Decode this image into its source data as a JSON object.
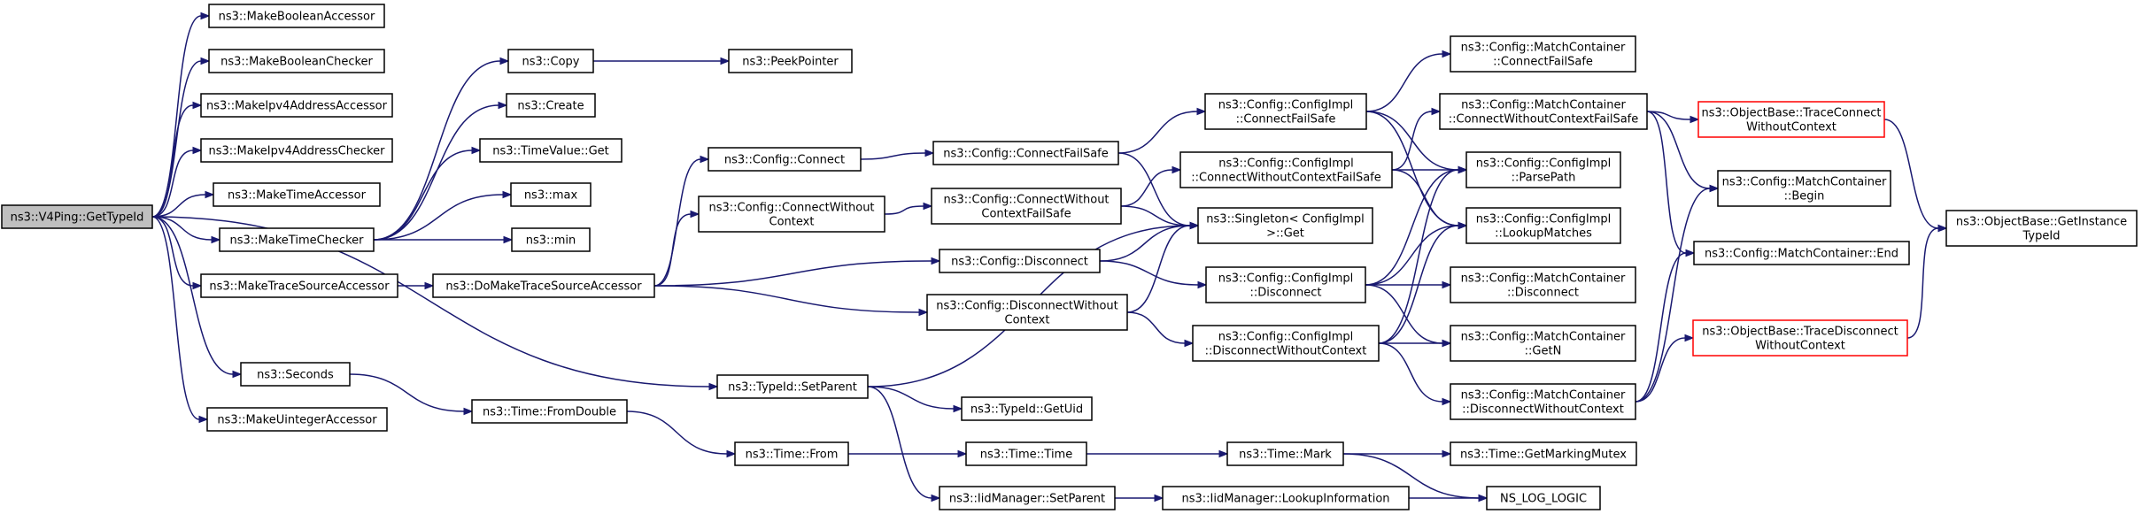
{
  "colors": {
    "edge": "#191970",
    "node_border": "#000000",
    "root_fill": "#bfbfbf",
    "red_border": "#ff0000"
  },
  "nodes": [
    {
      "id": "root",
      "lines": [
        "ns3::V4Ping::GetTypeId"
      ],
      "style": "root"
    },
    {
      "id": "mba",
      "lines": [
        "ns3::MakeBooleanAccessor"
      ]
    },
    {
      "id": "mbc",
      "lines": [
        "ns3::MakeBooleanChecker"
      ]
    },
    {
      "id": "mipa",
      "lines": [
        "ns3::MakeIpv4AddressAccessor"
      ]
    },
    {
      "id": "mipc",
      "lines": [
        "ns3::MakeIpv4AddressChecker"
      ]
    },
    {
      "id": "mta",
      "lines": [
        "ns3::MakeTimeAccessor"
      ]
    },
    {
      "id": "mtc",
      "lines": [
        "ns3::MakeTimeChecker"
      ]
    },
    {
      "id": "mtsa",
      "lines": [
        "ns3::MakeTraceSourceAccessor"
      ]
    },
    {
      "id": "sec",
      "lines": [
        "ns3::Seconds"
      ]
    },
    {
      "id": "mua",
      "lines": [
        "ns3::MakeUintegerAccessor"
      ]
    },
    {
      "id": "copy",
      "lines": [
        "ns3::Copy"
      ]
    },
    {
      "id": "create",
      "lines": [
        "ns3::Create"
      ]
    },
    {
      "id": "tvget",
      "lines": [
        "ns3::TimeValue::Get"
      ]
    },
    {
      "id": "max",
      "lines": [
        "ns3::max"
      ]
    },
    {
      "id": "min",
      "lines": [
        "ns3::min"
      ]
    },
    {
      "id": "peek",
      "lines": [
        "ns3::PeekPointer"
      ]
    },
    {
      "id": "dmtsa",
      "lines": [
        "ns3::DoMakeTraceSourceAccessor"
      ]
    },
    {
      "id": "tfd",
      "lines": [
        "ns3::Time::FromDouble"
      ]
    },
    {
      "id": "cconn",
      "lines": [
        "ns3::Config::Connect"
      ]
    },
    {
      "id": "ccwc",
      "lines": [
        "ns3::Config::ConnectWithout",
        "Context"
      ]
    },
    {
      "id": "cdisc",
      "lines": [
        "ns3::Config::Disconnect"
      ]
    },
    {
      "id": "cdwc",
      "lines": [
        "ns3::Config::DisconnectWithout",
        "Context"
      ]
    },
    {
      "id": "setparent",
      "lines": [
        "ns3::TypeId::SetParent"
      ]
    },
    {
      "id": "tfrom",
      "lines": [
        "ns3::Time::From"
      ]
    },
    {
      "id": "ccfs",
      "lines": [
        "ns3::Config::ConnectFailSafe"
      ]
    },
    {
      "id": "ccwcfs",
      "lines": [
        "ns3::Config::ConnectWithout",
        "ContextFailSafe"
      ]
    },
    {
      "id": "ttime",
      "lines": [
        "ns3::Time::Time"
      ]
    },
    {
      "id": "getuid",
      "lines": [
        "ns3::TypeId::GetUid"
      ]
    },
    {
      "id": "iidsp",
      "lines": [
        "ns3::IidManager::SetParent"
      ]
    },
    {
      "id": "cicfs",
      "lines": [
        "ns3::Config::ConfigImpl",
        "::ConnectFailSafe"
      ]
    },
    {
      "id": "cicwcfs",
      "lines": [
        "ns3::Config::ConfigImpl",
        "::ConnectWithoutContextFailSafe"
      ]
    },
    {
      "id": "singleton",
      "lines": [
        "ns3::Singleton< ConfigImpl",
        ">::Get"
      ]
    },
    {
      "id": "cidisc",
      "lines": [
        "ns3::Config::ConfigImpl",
        "::Disconnect"
      ]
    },
    {
      "id": "cidwc",
      "lines": [
        "ns3::Config::ConfigImpl",
        "::DisconnectWithoutContext"
      ]
    },
    {
      "id": "tmark",
      "lines": [
        "ns3::Time::Mark"
      ]
    },
    {
      "id": "iidlookup",
      "lines": [
        "ns3::IidManager::LookupInformation"
      ]
    },
    {
      "id": "mccfs",
      "lines": [
        "ns3::Config::MatchContainer",
        "::ConnectFailSafe"
      ]
    },
    {
      "id": "mccwcfs",
      "lines": [
        "ns3::Config::MatchContainer",
        "::ConnectWithoutContextFailSafe"
      ]
    },
    {
      "id": "cipp",
      "lines": [
        "ns3::Config::ConfigImpl",
        "::ParsePath"
      ]
    },
    {
      "id": "cilm",
      "lines": [
        "ns3::Config::ConfigImpl",
        "::LookupMatches"
      ]
    },
    {
      "id": "mcdisc",
      "lines": [
        "ns3::Config::MatchContainer",
        "::Disconnect"
      ]
    },
    {
      "id": "mcgetn",
      "lines": [
        "ns3::Config::MatchContainer",
        "::GetN"
      ]
    },
    {
      "id": "mcdwc",
      "lines": [
        "ns3::Config::MatchContainer",
        "::DisconnectWithoutContext"
      ]
    },
    {
      "id": "gmm",
      "lines": [
        "ns3::Time::GetMarkingMutex"
      ]
    },
    {
      "id": "nslog",
      "lines": [
        "NS_LOG_LOGIC"
      ]
    },
    {
      "id": "obtc",
      "lines": [
        "ns3::ObjectBase::TraceConnect",
        "WithoutContext"
      ],
      "style": "red"
    },
    {
      "id": "mcbegin",
      "lines": [
        "ns3::Config::MatchContainer",
        "::Begin"
      ]
    },
    {
      "id": "mcend",
      "lines": [
        "ns3::Config::MatchContainer::End"
      ]
    },
    {
      "id": "obtd",
      "lines": [
        "ns3::ObjectBase::TraceDisconnect",
        "WithoutContext"
      ],
      "style": "red"
    },
    {
      "id": "obgit",
      "lines": [
        "ns3::ObjectBase::GetInstance",
        "TypeId"
      ]
    }
  ],
  "edges": [
    [
      "root",
      "mba"
    ],
    [
      "root",
      "mbc"
    ],
    [
      "root",
      "mipa"
    ],
    [
      "root",
      "mipc"
    ],
    [
      "root",
      "mta"
    ],
    [
      "root",
      "mtc"
    ],
    [
      "root",
      "mtsa"
    ],
    [
      "root",
      "sec"
    ],
    [
      "root",
      "mua"
    ],
    [
      "root",
      "setparent"
    ],
    [
      "mtc",
      "copy"
    ],
    [
      "mtc",
      "create"
    ],
    [
      "mtc",
      "tvget"
    ],
    [
      "mtc",
      "max"
    ],
    [
      "mtc",
      "min"
    ],
    [
      "copy",
      "peek"
    ],
    [
      "mtsa",
      "dmtsa"
    ],
    [
      "dmtsa",
      "cconn"
    ],
    [
      "dmtsa",
      "ccwc"
    ],
    [
      "dmtsa",
      "cdisc"
    ],
    [
      "dmtsa",
      "cdwc"
    ],
    [
      "sec",
      "tfd"
    ],
    [
      "tfd",
      "tfrom"
    ],
    [
      "tfrom",
      "ttime"
    ],
    [
      "ttime",
      "tmark"
    ],
    [
      "tmark",
      "gmm"
    ],
    [
      "tmark",
      "nslog"
    ],
    [
      "setparent",
      "singleton"
    ],
    [
      "setparent",
      "getuid"
    ],
    [
      "setparent",
      "iidsp"
    ],
    [
      "iidsp",
      "iidlookup"
    ],
    [
      "iidlookup",
      "nslog"
    ],
    [
      "cconn",
      "ccfs"
    ],
    [
      "ccfs",
      "cicfs"
    ],
    [
      "ccfs",
      "singleton"
    ],
    [
      "ccwc",
      "ccwcfs"
    ],
    [
      "ccwcfs",
      "cicwcfs"
    ],
    [
      "ccwcfs",
      "singleton"
    ],
    [
      "cdisc",
      "singleton"
    ],
    [
      "cdisc",
      "cidisc"
    ],
    [
      "cdwc",
      "singleton"
    ],
    [
      "cdwc",
      "cidwc"
    ],
    [
      "cicfs",
      "mccfs"
    ],
    [
      "cicfs",
      "cipp"
    ],
    [
      "cicfs",
      "cilm"
    ],
    [
      "cicwcfs",
      "mccwcfs"
    ],
    [
      "cicwcfs",
      "cipp"
    ],
    [
      "cicwcfs",
      "cilm"
    ],
    [
      "cidisc",
      "cipp"
    ],
    [
      "cidisc",
      "cilm"
    ],
    [
      "cidisc",
      "mcdisc"
    ],
    [
      "cidisc",
      "mcgetn"
    ],
    [
      "cidwc",
      "cipp"
    ],
    [
      "cidwc",
      "cilm"
    ],
    [
      "cidwc",
      "mcgetn"
    ],
    [
      "cidwc",
      "mcdwc"
    ],
    [
      "mccwcfs",
      "obtc"
    ],
    [
      "mccwcfs",
      "mcbegin"
    ],
    [
      "mccwcfs",
      "mcend"
    ],
    [
      "mcdwc",
      "obtd"
    ],
    [
      "mcdwc",
      "mcbegin"
    ],
    [
      "mcdwc",
      "mcend"
    ],
    [
      "obtc",
      "obgit"
    ],
    [
      "obtd",
      "obgit"
    ]
  ]
}
